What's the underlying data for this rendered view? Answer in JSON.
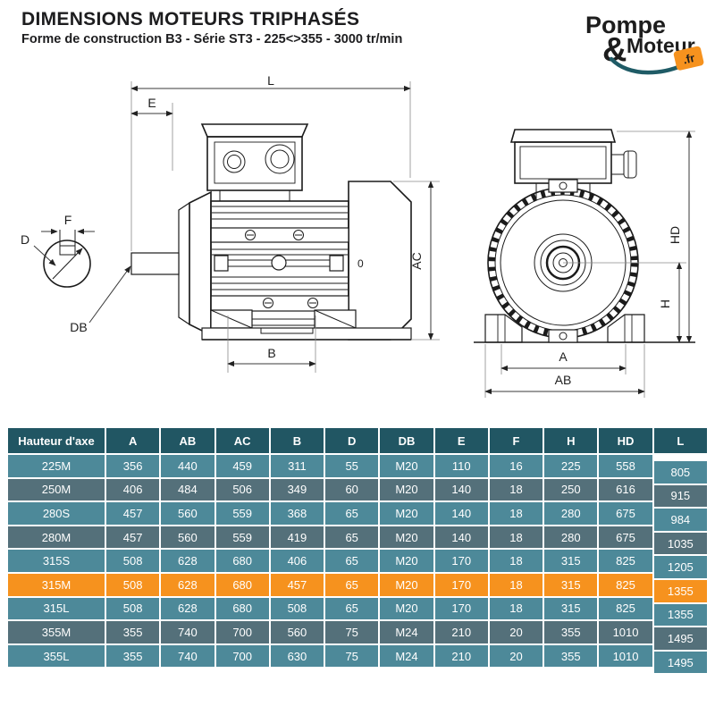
{
  "header": {
    "title": "DIMENSIONS MOTEURS TRIPHASÉS",
    "subtitle": "Forme de construction B3 - Série ST3 - 225<>355 - 3000 tr/min"
  },
  "logo": {
    "word1": "Pompe",
    "amp": "&",
    "word2": "Moteur",
    "tld": ".fr",
    "color_teal": "#1f5b66",
    "color_orange": "#f6921e"
  },
  "drawings": {
    "side_view": {
      "labels": {
        "L": "L",
        "E": "E",
        "F": "F",
        "D": "D",
        "DB": "DB",
        "B": "B",
        "AC": "AC",
        "zero": "0"
      }
    },
    "front_view": {
      "labels": {
        "HD": "HD",
        "H": "H",
        "A": "A",
        "AB": "AB"
      }
    }
  },
  "table": {
    "columns": [
      "Hauteur d'axe",
      "A",
      "AB",
      "AC",
      "B",
      "D",
      "DB",
      "E",
      "F",
      "H",
      "HD",
      "L"
    ],
    "rows": [
      {
        "model": "225M",
        "cells": [
          "356",
          "440",
          "459",
          "311",
          "55",
          "M20",
          "110",
          "16",
          "225",
          "558",
          "805"
        ],
        "highlighted": false
      },
      {
        "model": "250M",
        "cells": [
          "406",
          "484",
          "506",
          "349",
          "60",
          "M20",
          "140",
          "18",
          "250",
          "616",
          "915"
        ],
        "highlighted": false
      },
      {
        "model": "280S",
        "cells": [
          "457",
          "560",
          "559",
          "368",
          "65",
          "M20",
          "140",
          "18",
          "280",
          "675",
          "984"
        ],
        "highlighted": false
      },
      {
        "model": "280M",
        "cells": [
          "457",
          "560",
          "559",
          "419",
          "65",
          "M20",
          "140",
          "18",
          "280",
          "675",
          "1035"
        ],
        "highlighted": false
      },
      {
        "model": "315S",
        "cells": [
          "508",
          "628",
          "680",
          "406",
          "65",
          "M20",
          "170",
          "18",
          "315",
          "825",
          "1205"
        ],
        "highlighted": false
      },
      {
        "model": "315M",
        "cells": [
          "508",
          "628",
          "680",
          "457",
          "65",
          "M20",
          "170",
          "18",
          "315",
          "825",
          "1355"
        ],
        "highlighted": true
      },
      {
        "model": "315L",
        "cells": [
          "508",
          "628",
          "680",
          "508",
          "65",
          "M20",
          "170",
          "18",
          "315",
          "825",
          "1355"
        ],
        "highlighted": false
      },
      {
        "model": "355M",
        "cells": [
          "355",
          "740",
          "700",
          "560",
          "75",
          "M24",
          "210",
          "20",
          "355",
          "1010",
          "1495"
        ],
        "highlighted": false
      },
      {
        "model": "355L",
        "cells": [
          "355",
          "740",
          "700",
          "630",
          "75",
          "M24",
          "210",
          "20",
          "355",
          "1010",
          "1495"
        ],
        "highlighted": false
      }
    ],
    "colors": {
      "header_bg": "#215663",
      "row_light": "#4d8999",
      "row_dark": "#54707a",
      "highlight": "#f6921e",
      "border": "#ffffff"
    }
  }
}
